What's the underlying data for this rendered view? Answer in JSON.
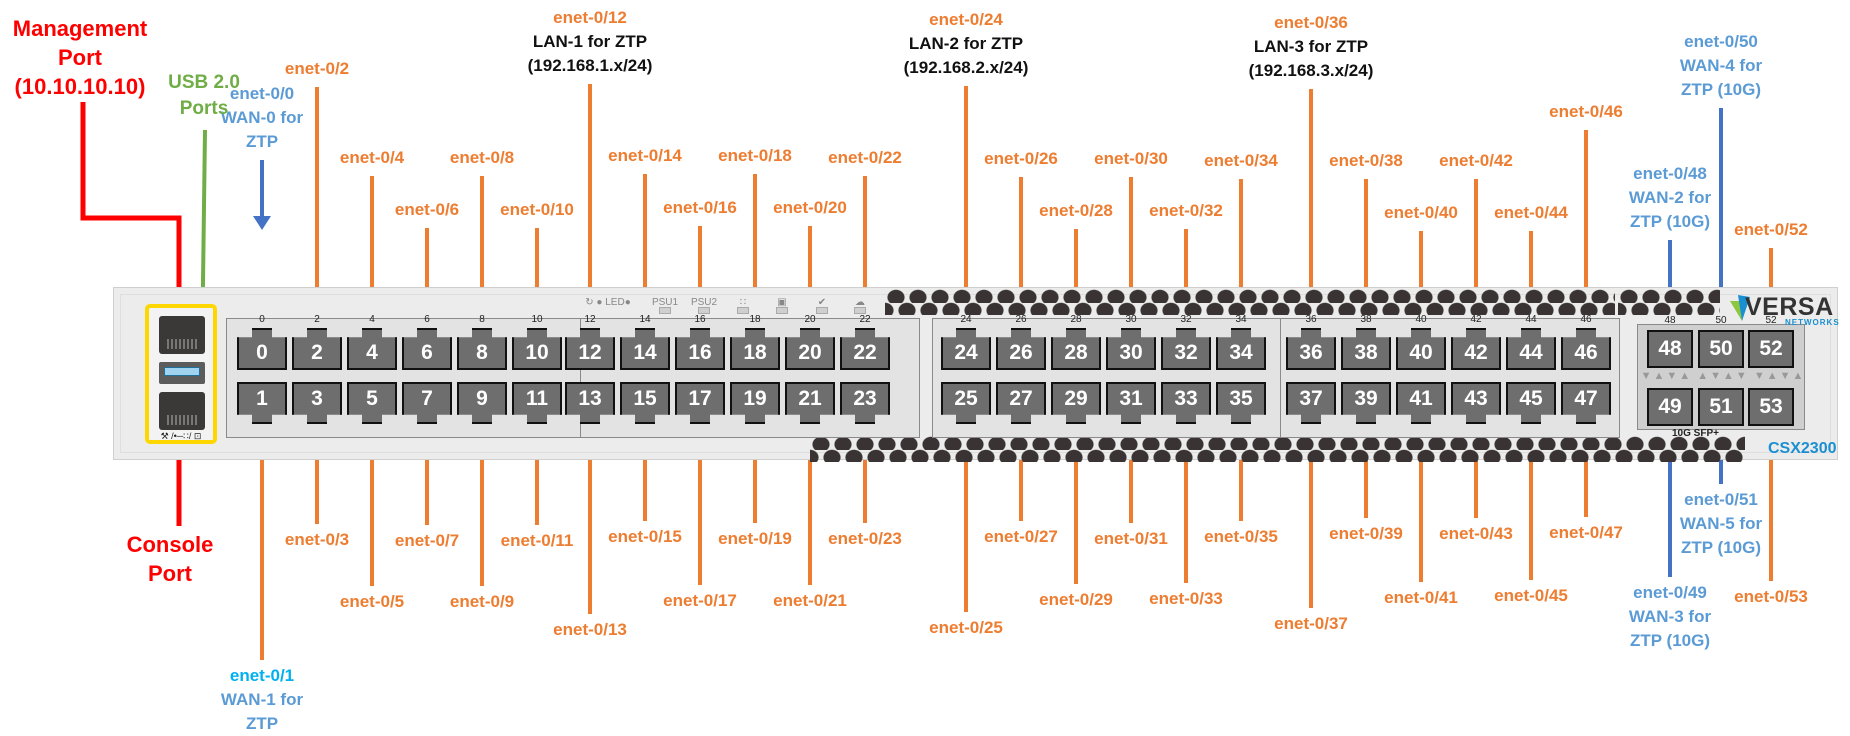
{
  "device": {
    "model": "CSX2300",
    "brand": "VERSA",
    "brand_sub": "NETWORKS",
    "sfp_caption": "10G SFP+",
    "mgmt_caption": "⚒ /•─∷/ ⊡",
    "status_labels": {
      "led": "↻ ● LED●",
      "psu1": "PSU1",
      "psu2": "PSU2",
      "network": "∷",
      "system": "▣",
      "check": "✔",
      "cloud": "☁"
    },
    "rj45_top_ports": [
      "0",
      "2",
      "4",
      "6",
      "8",
      "10",
      "12",
      "14",
      "16",
      "18",
      "20",
      "22",
      "24",
      "26",
      "28",
      "30",
      "32",
      "34",
      "36",
      "38",
      "40",
      "42",
      "44",
      "46"
    ],
    "rj45_bottom_ports": [
      "1",
      "3",
      "5",
      "7",
      "9",
      "11",
      "13",
      "15",
      "17",
      "19",
      "21",
      "23",
      "25",
      "27",
      "29",
      "31",
      "33",
      "35",
      "37",
      "39",
      "41",
      "43",
      "45",
      "47"
    ],
    "sfp_top_ports": [
      "48",
      "50",
      "52"
    ],
    "sfp_bottom_ports": [
      "49",
      "51",
      "53"
    ]
  },
  "callouts": {
    "management": [
      "Management",
      "Port",
      "(10.10.10.10)"
    ],
    "usb": [
      "USB 2.0",
      "Ports"
    ],
    "console": [
      "Console",
      "Port"
    ],
    "colors": {
      "management": "#FF0000",
      "usb": "#70AD47",
      "wan": "#4472C4",
      "lan": "#ED7D31"
    }
  },
  "top_labels": [
    {
      "port": "0",
      "lines": [
        "enet-0/0",
        "WAN-0 for",
        "ZTP"
      ],
      "style": "blue"
    },
    {
      "port": "2",
      "lines": [
        "enet-0/2"
      ],
      "style": "orange"
    },
    {
      "port": "4",
      "lines": [
        "enet-0/4"
      ],
      "style": "orange"
    },
    {
      "port": "6",
      "lines": [
        "enet-0/6"
      ],
      "style": "orange"
    },
    {
      "port": "8",
      "lines": [
        "enet-0/8"
      ],
      "style": "orange"
    },
    {
      "port": "10",
      "lines": [
        "enet-0/10"
      ],
      "style": "orange"
    },
    {
      "port": "12",
      "lines": [
        "enet-0/12",
        "LAN-1 for ZTP",
        "(192.168.1.x/24)"
      ],
      "style": "lan"
    },
    {
      "port": "14",
      "lines": [
        "enet-0/14"
      ],
      "style": "orange"
    },
    {
      "port": "16",
      "lines": [
        "enet-0/16"
      ],
      "style": "orange"
    },
    {
      "port": "18",
      "lines": [
        "enet-0/18"
      ],
      "style": "orange"
    },
    {
      "port": "20",
      "lines": [
        "enet-0/20"
      ],
      "style": "orange"
    },
    {
      "port": "22",
      "lines": [
        "enet-0/22"
      ],
      "style": "orange"
    },
    {
      "port": "24",
      "lines": [
        "enet-0/24",
        "LAN-2 for ZTP",
        "(192.168.2.x/24)"
      ],
      "style": "lan"
    },
    {
      "port": "26",
      "lines": [
        "enet-0/26"
      ],
      "style": "orange"
    },
    {
      "port": "28",
      "lines": [
        "enet-0/28"
      ],
      "style": "orange"
    },
    {
      "port": "30",
      "lines": [
        "enet-0/30"
      ],
      "style": "orange"
    },
    {
      "port": "32",
      "lines": [
        "enet-0/32"
      ],
      "style": "orange"
    },
    {
      "port": "34",
      "lines": [
        "enet-0/34"
      ],
      "style": "orange"
    },
    {
      "port": "36",
      "lines": [
        "enet-0/36",
        "LAN-3 for ZTP",
        "(192.168.3.x/24)"
      ],
      "style": "lan"
    },
    {
      "port": "38",
      "lines": [
        "enet-0/38"
      ],
      "style": "orange"
    },
    {
      "port": "40",
      "lines": [
        "enet-0/40"
      ],
      "style": "orange"
    },
    {
      "port": "42",
      "lines": [
        "enet-0/42"
      ],
      "style": "orange"
    },
    {
      "port": "44",
      "lines": [
        "enet-0/44"
      ],
      "style": "orange"
    },
    {
      "port": "46",
      "lines": [
        "enet-0/46"
      ],
      "style": "orange"
    },
    {
      "port": "48",
      "lines": [
        "enet-0/48",
        "WAN-2 for",
        "ZTP (10G)"
      ],
      "style": "blue"
    },
    {
      "port": "50",
      "lines": [
        "enet-0/50",
        "WAN-4 for",
        "ZTP (10G)"
      ],
      "style": "blue"
    },
    {
      "port": "52",
      "lines": [
        "enet-0/52"
      ],
      "style": "orange"
    }
  ],
  "bottom_labels": [
    {
      "port": "1",
      "lines": [
        "enet-0/1",
        "WAN-1 for",
        "ZTP"
      ],
      "style": "wan1"
    },
    {
      "port": "3",
      "lines": [
        "enet-0/3"
      ],
      "style": "orange"
    },
    {
      "port": "5",
      "lines": [
        "enet-0/5"
      ],
      "style": "orange"
    },
    {
      "port": "7",
      "lines": [
        "enet-0/7"
      ],
      "style": "orange"
    },
    {
      "port": "9",
      "lines": [
        "enet-0/9"
      ],
      "style": "orange"
    },
    {
      "port": "11",
      "lines": [
        "enet-0/11"
      ],
      "style": "orange"
    },
    {
      "port": "13",
      "lines": [
        "enet-0/13"
      ],
      "style": "orange"
    },
    {
      "port": "15",
      "lines": [
        "enet-0/15"
      ],
      "style": "orange"
    },
    {
      "port": "17",
      "lines": [
        "enet-0/17"
      ],
      "style": "orange"
    },
    {
      "port": "19",
      "lines": [
        "enet-0/19"
      ],
      "style": "orange"
    },
    {
      "port": "21",
      "lines": [
        "enet-0/21"
      ],
      "style": "orange"
    },
    {
      "port": "23",
      "lines": [
        "enet-0/23"
      ],
      "style": "orange"
    },
    {
      "port": "25",
      "lines": [
        "enet-0/25"
      ],
      "style": "orange"
    },
    {
      "port": "27",
      "lines": [
        "enet-0/27"
      ],
      "style": "orange"
    },
    {
      "port": "29",
      "lines": [
        "enet-0/29"
      ],
      "style": "orange"
    },
    {
      "port": "31",
      "lines": [
        "enet-0/31"
      ],
      "style": "orange"
    },
    {
      "port": "33",
      "lines": [
        "enet-0/33"
      ],
      "style": "orange"
    },
    {
      "port": "35",
      "lines": [
        "enet-0/35"
      ],
      "style": "orange"
    },
    {
      "port": "37",
      "lines": [
        "enet-0/37"
      ],
      "style": "orange"
    },
    {
      "port": "39",
      "lines": [
        "enet-0/39"
      ],
      "style": "orange"
    },
    {
      "port": "41",
      "lines": [
        "enet-0/41"
      ],
      "style": "orange"
    },
    {
      "port": "43",
      "lines": [
        "enet-0/43"
      ],
      "style": "orange"
    },
    {
      "port": "45",
      "lines": [
        "enet-0/45"
      ],
      "style": "orange"
    },
    {
      "port": "47",
      "lines": [
        "enet-0/47"
      ],
      "style": "orange"
    },
    {
      "port": "49",
      "lines": [
        "enet-0/49",
        "WAN-3 for",
        "ZTP (10G)"
      ],
      "style": "blue"
    },
    {
      "port": "51",
      "lines": [
        "enet-0/51",
        "WAN-5 for",
        "ZTP (10G)"
      ],
      "style": "blue"
    },
    {
      "port": "53",
      "lines": [
        "enet-0/53"
      ],
      "style": "orange"
    }
  ]
}
